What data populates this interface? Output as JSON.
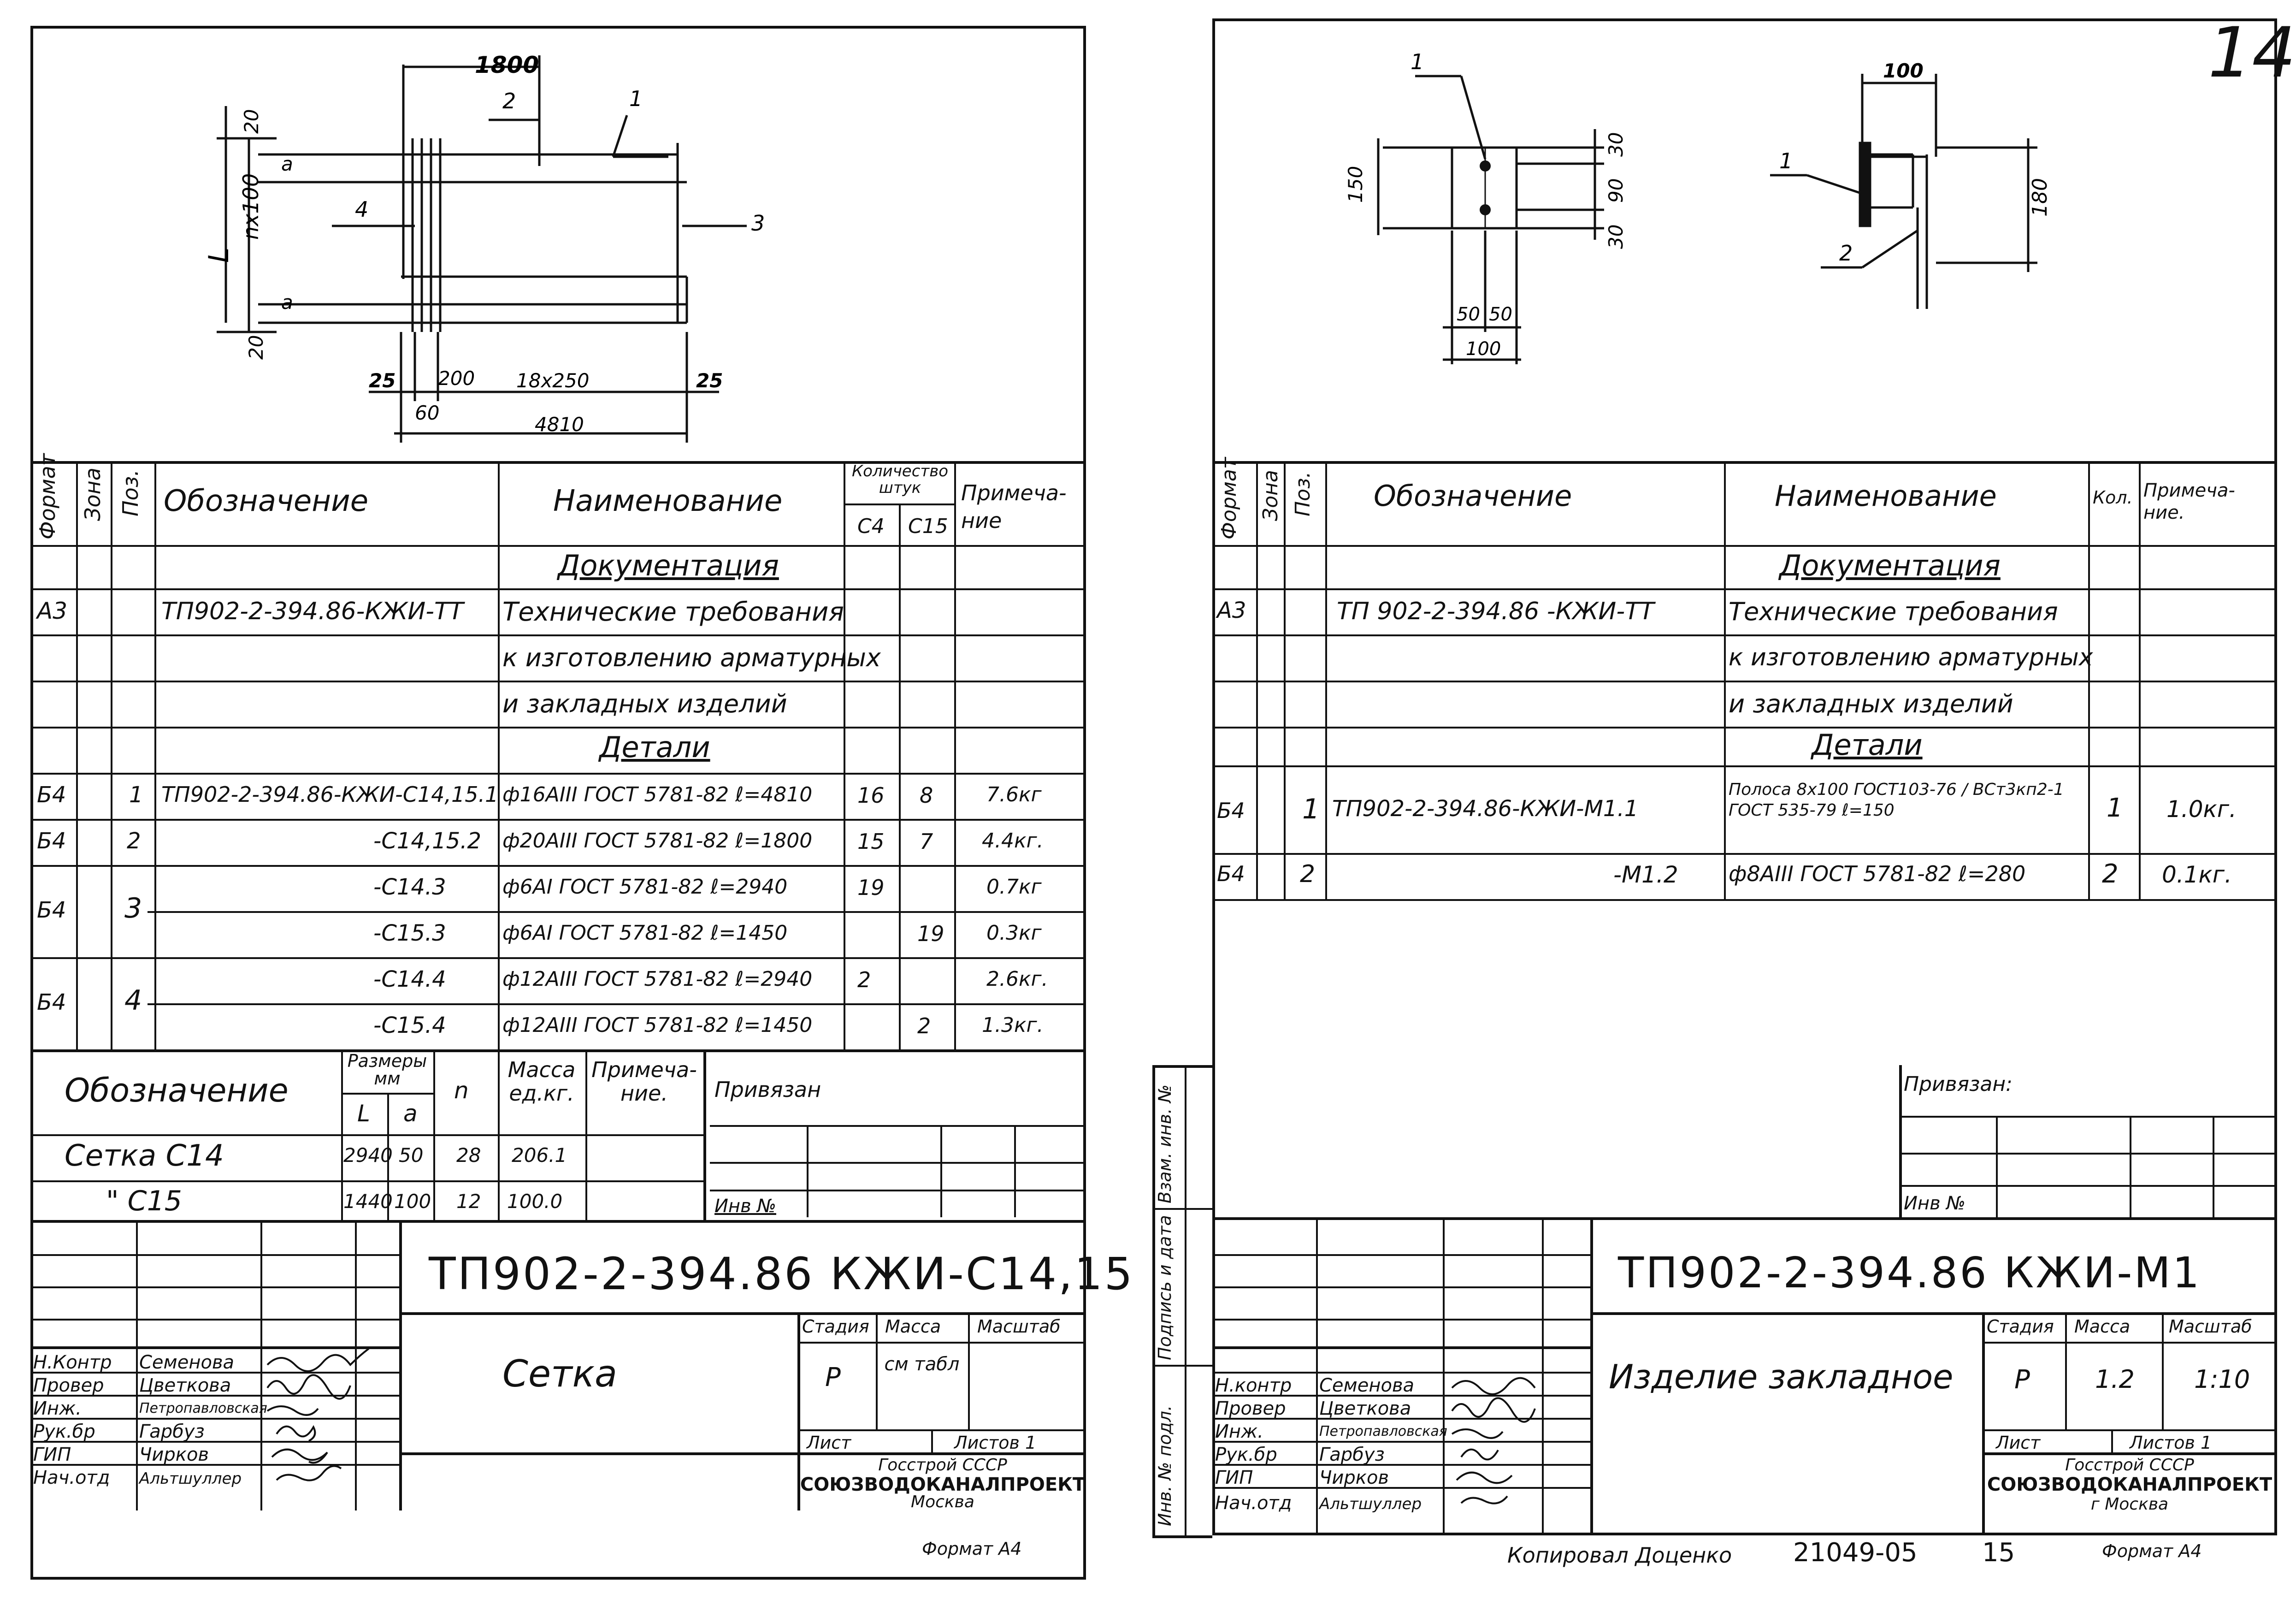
{
  "page_number": "14",
  "left": {
    "drawing": {
      "dims": {
        "top": "1800",
        "height_label": "L",
        "spacing": "nx100",
        "edge_top": "20",
        "edge_bottom": "20",
        "bottom_a": "25",
        "bottom_b": "200",
        "bottom_c": "18x250",
        "bottom_d": "25",
        "bottom_e": "60",
        "overall": "4810"
      },
      "callouts": [
        "1",
        "2",
        "3",
        "4"
      ],
      "bar_label": "a"
    },
    "spec": {
      "headers": {
        "format": "Формат",
        "zone": "Зона",
        "pos": "Поз.",
        "designation": "Обозначение",
        "name": "Наименование",
        "qty": "Количество штук",
        "c4": "С4",
        "c15": "С15",
        "note": "Примеча-ние"
      },
      "rows": [
        {
          "format": "",
          "pos": "",
          "designation": "",
          "name": "Документация",
          "c4": "",
          "c15": "",
          "note": ""
        },
        {
          "format": "А3",
          "pos": "",
          "designation": "ТП902-2-394.86-КЖИ-ТТ",
          "name": "Технические требования",
          "c4": "",
          "c15": "",
          "note": ""
        },
        {
          "format": "",
          "pos": "",
          "designation": "",
          "name": "к изготовлению арматурных",
          "c4": "",
          "c15": "",
          "note": ""
        },
        {
          "format": "",
          "pos": "",
          "designation": "",
          "name": "и закладных изделий",
          "c4": "",
          "c15": "",
          "note": ""
        },
        {
          "format": "",
          "pos": "",
          "designation": "",
          "name": "Детали",
          "c4": "",
          "c15": "",
          "note": ""
        },
        {
          "format": "Б4",
          "pos": "1",
          "designation": "ТП902-2-394.86-КЖИ-С14,15.1",
          "name": "ф16АIII ГОСТ 5781-82 ℓ=4810",
          "c4": "16",
          "c15": "8",
          "note": "7.6кг"
        },
        {
          "format": "Б4",
          "pos": "2",
          "designation": "-С14,15.2",
          "name": "ф20АIII ГОСТ 5781-82 ℓ=1800",
          "c4": "15",
          "c15": "7",
          "note": "4.4кг."
        },
        {
          "format": "Б4",
          "pos": "3",
          "designation": "-С14.3",
          "name": "ф6АI ГОСТ 5781-82 ℓ=2940",
          "c4": "19",
          "c15": "",
          "note": "0.7кг"
        },
        {
          "format": "",
          "pos": "",
          "designation": "-С15.3",
          "name": "ф6АI ГОСТ 5781-82 ℓ=1450",
          "c4": "",
          "c15": "19",
          "note": "0.3кг"
        },
        {
          "format": "Б4",
          "pos": "4",
          "designation": "-С14.4",
          "name": "ф12АIII ГОСТ 5781-82 ℓ=2940",
          "c4": "2",
          "c15": "",
          "note": "2.6кг."
        },
        {
          "format": "",
          "pos": "",
          "designation": "-С15.4",
          "name": "ф12АIII ГОСТ 5781-82 ℓ=1450",
          "c4": "",
          "c15": "2",
          "note": "1.3кг."
        }
      ]
    },
    "mesh": {
      "headers": {
        "designation": "Обозначение",
        "sizes": "Размеры мм",
        "L": "L",
        "a": "а",
        "n": "n",
        "mass": "Масса ед.кг.",
        "note": "Примеча-ние."
      },
      "rows": [
        {
          "designation": "Сетка С14",
          "L": "2940",
          "a": "50",
          "n": "28",
          "mass": "206.1"
        },
        {
          "designation": "\"   С15",
          "L": "1440",
          "a": "100",
          "n": "12",
          "mass": "100.0"
        }
      ]
    },
    "privyazan": "Привязан",
    "inv_no": "Инв №",
    "title_block": {
      "code": "ТП902-2-394.86 КЖИ-С14,15",
      "name": "Сетка",
      "stage_h": "Стадия",
      "mass_h": "Масса",
      "scale_h": "Масштаб",
      "stage": "Р",
      "mass": "см табл",
      "scale": "",
      "sheet": "Лист",
      "sheets": "Листов 1",
      "org1": "Госстрой СССР",
      "org2": "СОЮЗВОДОКАНАЛПРОЕКТ",
      "org3": "Москва",
      "signers": [
        {
          "role": "Н.Контр",
          "name": "Семенова"
        },
        {
          "role": "Провер",
          "name": "Цветкова"
        },
        {
          "role": "Инж.",
          "name": "Петропавловская"
        },
        {
          "role": "Рук.бр",
          "name": "Гарбуз"
        },
        {
          "role": "ГИП",
          "name": "Чирков"
        },
        {
          "role": "Нач.отд",
          "name": "Альтшуллер"
        }
      ],
      "format": "Формат А4"
    }
  },
  "right": {
    "drawing": {
      "plate": {
        "h": "150",
        "d1": "30",
        "d2": "90",
        "d3": "30",
        "w1": "50",
        "w2": "50",
        "w": "100",
        "callout": "1"
      },
      "side": {
        "top": "100",
        "h": "180",
        "callout1": "1",
        "callout2": "2"
      }
    },
    "spec": {
      "headers": {
        "format": "Формат",
        "zone": "Зона",
        "pos": "Поз.",
        "designation": "Обозначение",
        "name": "Наименование",
        "qty": "Кол.",
        "note": "Примеча-ние."
      },
      "rows": [
        {
          "format": "",
          "pos": "",
          "designation": "",
          "name": "Документация",
          "qty": "",
          "note": ""
        },
        {
          "format": "А3",
          "pos": "",
          "designation": "ТП 902-2-394.86 -КЖИ-ТТ",
          "name": "Технические требования",
          "qty": "",
          "note": ""
        },
        {
          "format": "",
          "pos": "",
          "designation": "",
          "name": "к изготовлению арматурных",
          "qty": "",
          "note": ""
        },
        {
          "format": "",
          "pos": "",
          "designation": "",
          "name": "и закладных изделий",
          "qty": "",
          "note": ""
        },
        {
          "format": "",
          "pos": "",
          "designation": "",
          "name": "Детали",
          "qty": "",
          "note": ""
        },
        {
          "format": "Б4",
          "pos": "1",
          "designation": "ТП902-2-394.86-КЖИ-М1.1",
          "name": "Полоса 8х100 ГОСТ103-76 / ВСт3кп2-1 ГОСТ 535-79 ℓ=150",
          "qty": "1",
          "note": "1.0кг."
        },
        {
          "format": "Б4",
          "pos": "2",
          "designation": "-М1.2",
          "name": "ф8АIII ГОСТ 5781-82 ℓ=280",
          "qty": "2",
          "note": "0.1кг."
        }
      ]
    },
    "side_stamp": [
      "Взам. инв. №",
      "Подпись и дата",
      "Инв. № подл."
    ],
    "privyazan": "Привязан:",
    "inv_no": "Инв №",
    "title_block": {
      "code": "ТП902-2-394.86 КЖИ-М1",
      "name": "Изделие закладное",
      "stage_h": "Стадия",
      "mass_h": "Масса",
      "scale_h": "Масштаб",
      "stage": "Р",
      "mass": "1.2",
      "scale": "1:10",
      "sheet": "Лист",
      "sheets": "Листов 1",
      "org1": "Госстрой СССР",
      "org2": "СОЮЗВОДОКАНАЛПРОЕКТ",
      "org3": "г Москва",
      "signers": [
        {
          "role": "Н.контр",
          "name": "Семенова"
        },
        {
          "role": "Провер",
          "name": "Цветкова"
        },
        {
          "role": "Инж.",
          "name": "Петропавловская"
        },
        {
          "role": "Рук.бр",
          "name": "Гарбуз"
        },
        {
          "role": "ГИП",
          "name": "Чирков"
        },
        {
          "role": "Нач.отд",
          "name": "Альтшуллер"
        }
      ],
      "format": "Формат А4",
      "copied": "Копировал Доценко",
      "doc_no": "21049-05",
      "sheet_no": "15"
    }
  }
}
